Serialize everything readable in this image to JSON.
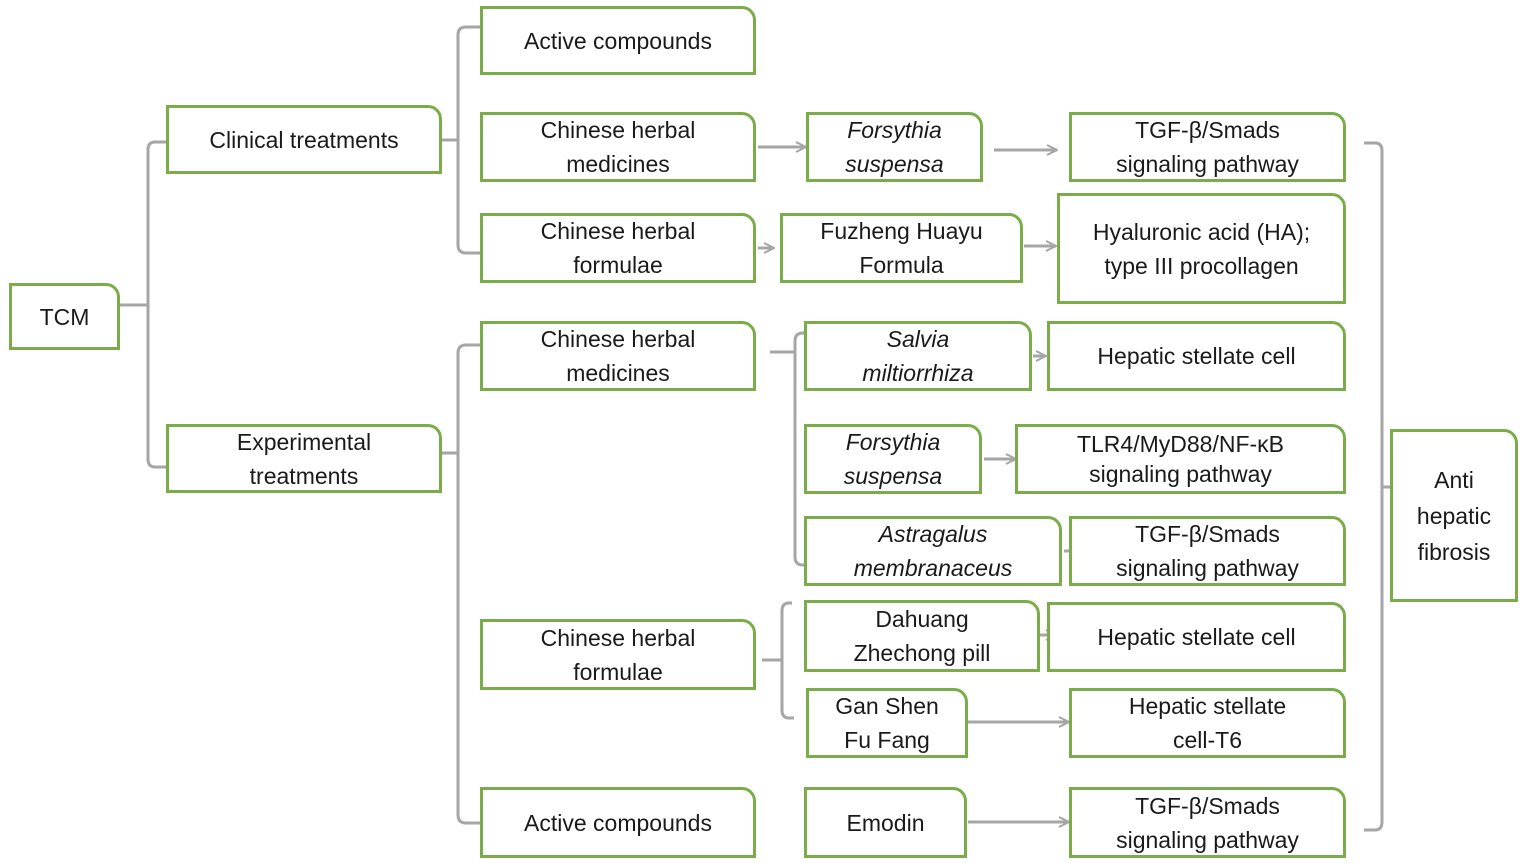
{
  "root": {
    "label": "TCM"
  },
  "branches": {
    "clinical": {
      "label": "Clinical treatments"
    },
    "experimental": {
      "line1": "Experimental",
      "line2": "treatments"
    }
  },
  "clinical_nodes": {
    "active_compounds": {
      "label": "Active compounds"
    },
    "herbal_medicines": {
      "line1": "Chinese herbal",
      "line2": "medicines"
    },
    "herbal_formulae": {
      "line1": "Chinese herbal",
      "line2": "formulae"
    },
    "forsythia": {
      "line1": "Forsythia",
      "line2": "suspensa"
    },
    "tgf_pathway": {
      "line1": "TGF-β/Smads",
      "line2": "signaling pathway"
    },
    "fuzheng": {
      "line1": "Fuzheng Huayu",
      "line2": "Formula"
    },
    "hyaluronic": {
      "line1": "Hyaluronic acid (HA);",
      "line2": "type III procollagen"
    }
  },
  "experimental_nodes": {
    "herbal_medicines": {
      "line1": "Chinese herbal",
      "line2": "medicines"
    },
    "herbal_formulae": {
      "line1": "Chinese herbal",
      "line2": "formulae"
    },
    "active_compounds": {
      "label": "Active compounds"
    },
    "salvia": {
      "line1": "Salvia",
      "line2": "miltiorrhiza"
    },
    "salvia_target": {
      "label": "Hepatic stellate cell"
    },
    "forsythia": {
      "line1": "Forsythia",
      "line2": "suspensa"
    },
    "forsythia_target": {
      "line1": "TLR4/MyD88/NF-κB",
      "line2": "signaling pathway"
    },
    "astragalus": {
      "line1": "Astragalus",
      "line2": "membranaceus"
    },
    "astragalus_target": {
      "line1": "TGF-β/Smads",
      "line2": "signaling pathway"
    },
    "dahuang": {
      "line1": "Dahuang",
      "line2": "Zhechong pill"
    },
    "dahuang_target": {
      "label": "Hepatic stellate cell"
    },
    "ganshen": {
      "line1": "Gan Shen",
      "line2": "Fu Fang"
    },
    "ganshen_target": {
      "line1": "Hepatic stellate",
      "line2": "cell-T6"
    },
    "emodin": {
      "label": "Emodin"
    },
    "emodin_target": {
      "line1": "TGF-β/Smads",
      "line2": "signaling pathway"
    }
  },
  "outcome": {
    "line1": "Anti",
    "line2": "hepatic",
    "line3": "fibrosis"
  },
  "colors": {
    "box_border": "#7aad4a",
    "connector": "#a6a6a6",
    "text": "#1a1a1a"
  }
}
